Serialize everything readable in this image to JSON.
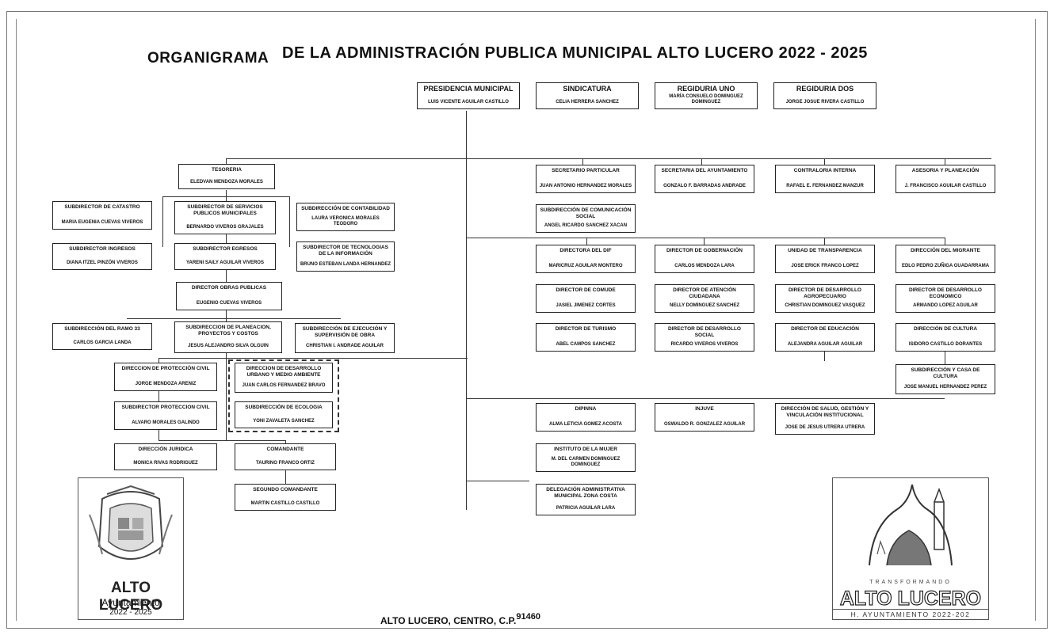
{
  "title": {
    "prefix": "ORGANIGRAMA",
    "main": "DE LA ADMINISTRACIÓN PUBLICA MUNICIPAL ALTO LUCERO 2022 - 2025"
  },
  "top_row": [
    {
      "head": "PRESIDENCIA MUNICIPAL",
      "name": "LUIS VICENTE AGUILAR CASTILLO"
    },
    {
      "head": "SINDICATURA",
      "name": "CELIA HERRERA SANCHEZ"
    },
    {
      "head": "REGIDURIA UNO",
      "name": "MARÍA CONSUELO DOMINGUEZ DOMINGUEZ"
    },
    {
      "head": "REGIDURIA DOS",
      "name": "JORGE JOSUE RIVERA CASTILLO"
    }
  ],
  "left_units": [
    {
      "head": "TESORERIA",
      "name": "ELEDVAN MENDOZA MORALES"
    },
    {
      "head": "SUBDIRECTOR DE CATASTRO",
      "name": "MARIA EUGENIA CUEVAS VIVEROS"
    },
    {
      "head": "SUBDIRECTOR DE SERVICIOS PUBLICOS MUNICIPALES",
      "name": "BERNARDO VIVEROS GRAJALES"
    },
    {
      "head": "SUBDIRECCIÓN DE CONTABILIDAD",
      "name": "LAURA VERONICA MORALES TEODORO"
    },
    {
      "head": "SUBDIRECTOR INGRESOS",
      "name": "DIANA ITZEL PINZÓN VIVEROS"
    },
    {
      "head": "SUBDIRECTOR EGRESOS",
      "name": "YARENI SAILY AGUILAR VIVEROS"
    },
    {
      "head": "SUBDIRECTOR DE TECNOLOGIAS DE LA INFORMACIÓN",
      "name": "BRUNO ESTEBAN LANDA HERNANDEZ"
    },
    {
      "head": "DIRECTOR OBRAS PUBLICAS",
      "name": "EUGENIO CUEVAS VIVEROS"
    },
    {
      "head": "SUBDIRECCIÓN DEL RAMO 33",
      "name": "CARLOS GARCIA LANDA"
    },
    {
      "head": "SUBDIRECCION DE PLANEACION, PROYECTOS Y COSTOS",
      "name": "JESUS ALEJANDRO SILVA OLGUIN"
    },
    {
      "head": "SUBDIRECCIÓN DE EJECUCIÓN Y SUPERVISIÓN DE OBRA",
      "name": "CHRISTIAN I. ANDRADE AGUILAR"
    },
    {
      "head": "DIRECCION DE PROTECCIÓN CIVIL",
      "name": "JORGE MENDOZA ARENIZ"
    },
    {
      "head": "SUBDIRECTOR PROTECCION CIVIL",
      "name": "ALVARO MORALES GALINDO"
    },
    {
      "head": "DIRECCION DE DESARROLLO URBANO Y MEDIO AMBIENTE",
      "name": "JUAN CARLOS FERNANDEZ BRAVO"
    },
    {
      "head": "SUBDIRECCIÓN DE ECOLOGIA",
      "name": "YONI ZAVALETA SANCHEZ"
    },
    {
      "head": "DIRECCIÓN JURIDICA",
      "name": "MONICA RIVAS RODRIGUEZ"
    },
    {
      "head": "COMANDANTE",
      "name": "TAURINO FRANCO ORTIZ"
    },
    {
      "head": "SEGUNDO COMANDANTE",
      "name": "MARTIN CASTILLO CASTILLO"
    }
  ],
  "right_units": [
    {
      "head": "SECRETARIO PARTICULAR",
      "name": "JUAN ANTONIO HERNANDEZ MORALES"
    },
    {
      "head": "SECRETARIA DEL AYUNTAMIENTO",
      "name": "GONZALO F. BARRADAS ANDRADE"
    },
    {
      "head": "CONTRALORIA INTERNA",
      "name": "RAFAEL E. FERNANDEZ MANZUR"
    },
    {
      "head": "ASESORIA Y PLANEACIÓN",
      "name": "J. FRANCISCO AGUILAR CASTILLO"
    },
    {
      "head": "SUBDIRECCIÓN DE COMUNICACIÓN SOCIAL",
      "name": "ANGEL RICARDO SANCHEZ XACAN"
    },
    {
      "head": "DIRECTORA DEL DIF",
      "name": "MARICRUZ AGUILAR MONTERO"
    },
    {
      "head": "DIRECTOR DE GOBERNACIÓN",
      "name": "CARLOS MENDOZA LARA"
    },
    {
      "head": "UNIDAD DE TRANSPARENCIA",
      "name": "JOSE ERICK FRANCO LOPEZ"
    },
    {
      "head": "DIRECCIÓN DEL MIGRANTE",
      "name": "EDLO PEDRO ZUÑIGA GUADARRAMA"
    },
    {
      "head": "DIRECTOR DE COMUDE",
      "name": "JASIEL JIMENEZ CORTES"
    },
    {
      "head": "DIRECTOR DE ATENCIÓN CIUDADANA",
      "name": "NELLY DOMINGUEZ SANCHEZ"
    },
    {
      "head": "DIRECTOR DE DESARROLLO AGROPECUARIO",
      "name": "CHRISTIAN DOMINGUEZ VASQUEZ"
    },
    {
      "head": "DIRECTOR DE DESARROLLO ECONOMICO",
      "name": "ARMANDO LOPEZ AGUILAR"
    },
    {
      "head": "DIRECTOR DE TURISMO",
      "name": "ABEL CAMPOS SANCHEZ"
    },
    {
      "head": "DIRECTOR DE DESARROLLO SOCIAL",
      "name": "RICARDO VIVEROS VIVEROS"
    },
    {
      "head": "DIRECTOR DE EDUCACIÓN",
      "name": "ALEJANDRA AGUILAR AGUILAR"
    },
    {
      "head": "DIRECCIÓN DE CULTURA",
      "name": "ISIDORO CASTILLO DORANTES"
    },
    {
      "head": "SUBDIRECCIÓN Y CASA DE CULTURA",
      "name": "JOSE MANUEL HERNANDEZ PEREZ"
    },
    {
      "head": "DIPINNA",
      "name": "ALMA LETICIA GOMEZ ACOSTA"
    },
    {
      "head": "INJUVE",
      "name": "OSWALDO R. GONZALEZ AGUILAR"
    },
    {
      "head": "DIRECCIÓN DE SALUD, GESTIÓN Y VINCULACIÓN INSTITUCIONAL",
      "name": "JOSE DE JESUS UTRERA UTRERA"
    },
    {
      "head": "INSTITUTO DE LA MUJER",
      "name": "M. DEL CARMEN DOMINGUEZ DOMINGUEZ"
    },
    {
      "head": "DELEGACIÓN ADMINISTRATIVA MUNICIPAL ZONA COSTA",
      "name": "PATRICIA AGUILAR LARA"
    }
  ],
  "logo_left": {
    "name": "ALTO LUCERO",
    "sub": "Ayuntamiento",
    "years": "2022 - 2025"
  },
  "logo_right": {
    "tagline": "TRANSFORMANDO",
    "name": "ALTO LUCERO",
    "sub": "H. AYUNTAMIENTO 2022-202"
  },
  "footer": {
    "text": "ALTO LUCERO, CENTRO, C.P.",
    "cp": "91460"
  }
}
